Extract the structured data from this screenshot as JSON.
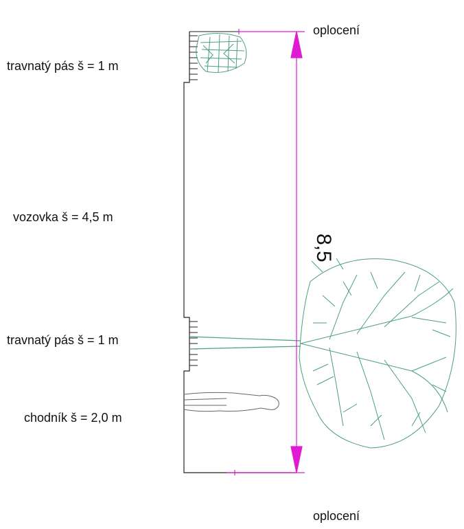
{
  "labels": {
    "strip_top": "travnatý pás š = 1 m",
    "road": "vozovka š = 4,5 m",
    "strip_bottom": "travnatý pás š = 1 m",
    "sidewalk": "chodník š = 2,0 m",
    "fence_top": "oplocení",
    "fence_bottom": "oplocení"
  },
  "dimension": {
    "value": "8,5"
  },
  "colors": {
    "dimension": "#e01ad0",
    "tree": "#4a9e80",
    "outline": "#222222",
    "person": "#666666"
  }
}
